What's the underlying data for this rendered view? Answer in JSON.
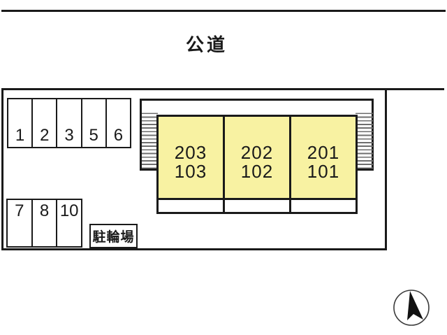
{
  "road": {
    "label": "公道"
  },
  "site": {
    "parking_row_a": {
      "cells": [
        "1",
        "2",
        "3",
        "5",
        "6"
      ]
    },
    "parking_row_b": {
      "cells": [
        "7",
        "8",
        "10"
      ]
    },
    "bicycle_parking": {
      "label": "駐輪場"
    },
    "building": {
      "units": [
        {
          "upper": "203",
          "lower": "103"
        },
        {
          "upper": "202",
          "lower": "102"
        },
        {
          "upper": "201",
          "lower": "101"
        }
      ]
    },
    "compass": {
      "icon": "north-arrow"
    }
  },
  "colors": {
    "line": "#1a1a1a",
    "unit_fill": "#f8f2a2",
    "hatch_stripe": "#6e6e6e"
  }
}
